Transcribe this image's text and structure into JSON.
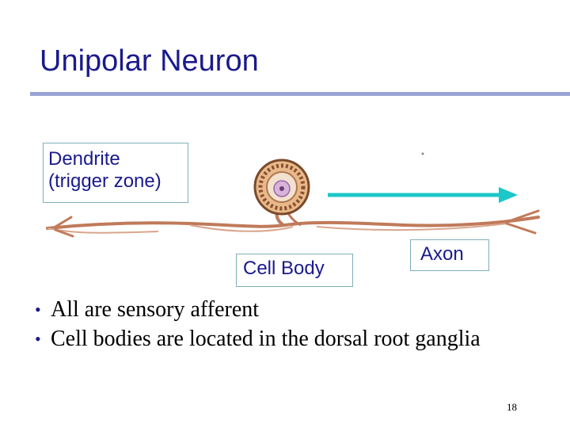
{
  "slide": {
    "title": "Unipolar Neuron",
    "labels": {
      "dendrite": "Dendrite (trigger zone)",
      "dendrite_line1": "Dendrite",
      "dendrite_line2": "(trigger zone)",
      "cell_body": "Cell Body",
      "axon": "Axon"
    },
    "bullets": [
      "All are sensory afferent",
      "Cell bodies are located in the dorsal root ganglia"
    ],
    "page_number": "18",
    "colors": {
      "title": "#1a1a8c",
      "rule": "#9aa3d6",
      "arrow": "#1cc7c7",
      "neuron": "#c07a5a"
    }
  }
}
